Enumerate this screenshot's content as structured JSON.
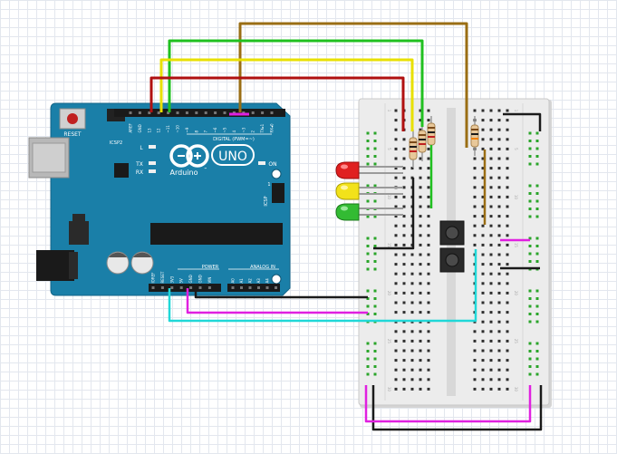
{
  "board": {
    "brand": "Arduino",
    "trademark": "™",
    "model": "UNO",
    "reset_label": "RESET",
    "icsp2_label": "ICSP2",
    "icsp_label": "ICSP",
    "digital_label": "DIGITAL (PWM=~)",
    "analog_label": "ANALOG IN",
    "power_label": "POWER",
    "led_l": "L",
    "led_tx": "TX",
    "led_rx": "RX",
    "led_on": "ON",
    "header_digital_pins": [
      "AREF",
      "GND",
      "13",
      "12",
      "~11",
      "~10",
      "~9",
      "8",
      "7",
      "~6",
      "~5",
      "4",
      "~3",
      "2",
      "TX▸1",
      "RX◂0"
    ],
    "header_power_pins": [
      "IOREF",
      "RESET",
      "3V3",
      "5V",
      "GND",
      "GND",
      "VIN"
    ],
    "header_analog_pins": [
      "A0",
      "A1",
      "A2",
      "A3",
      "A4",
      "A5"
    ],
    "icsp_pin_label": "1"
  },
  "breadboard": {
    "row_numbers": [
      "1",
      "5",
      "10",
      "15",
      "20",
      "25",
      "30"
    ],
    "column_letters": [
      "a",
      "b",
      "c",
      "d",
      "e",
      "f",
      "g",
      "h",
      "i",
      "j"
    ]
  },
  "components": {
    "leds": [
      {
        "id": "red",
        "color": "#e02020"
      },
      {
        "id": "yellow",
        "color": "#f2e21a"
      },
      {
        "id": "green",
        "color": "#33bb33"
      }
    ],
    "resistor_count": 4,
    "pushbutton_count": 2
  },
  "colors": {
    "board_blue": "#1a7fa8",
    "breadboard": "#ececec",
    "wire_red": "#b01010",
    "wire_yellow": "#e8e000",
    "wire_green": "#20c020",
    "wire_brown": "#9a6e14",
    "wire_magenta": "#e020e0",
    "wire_black": "#1a1a1a",
    "wire_cyan": "#20d8d8",
    "rail_green": "#2aa52a"
  }
}
